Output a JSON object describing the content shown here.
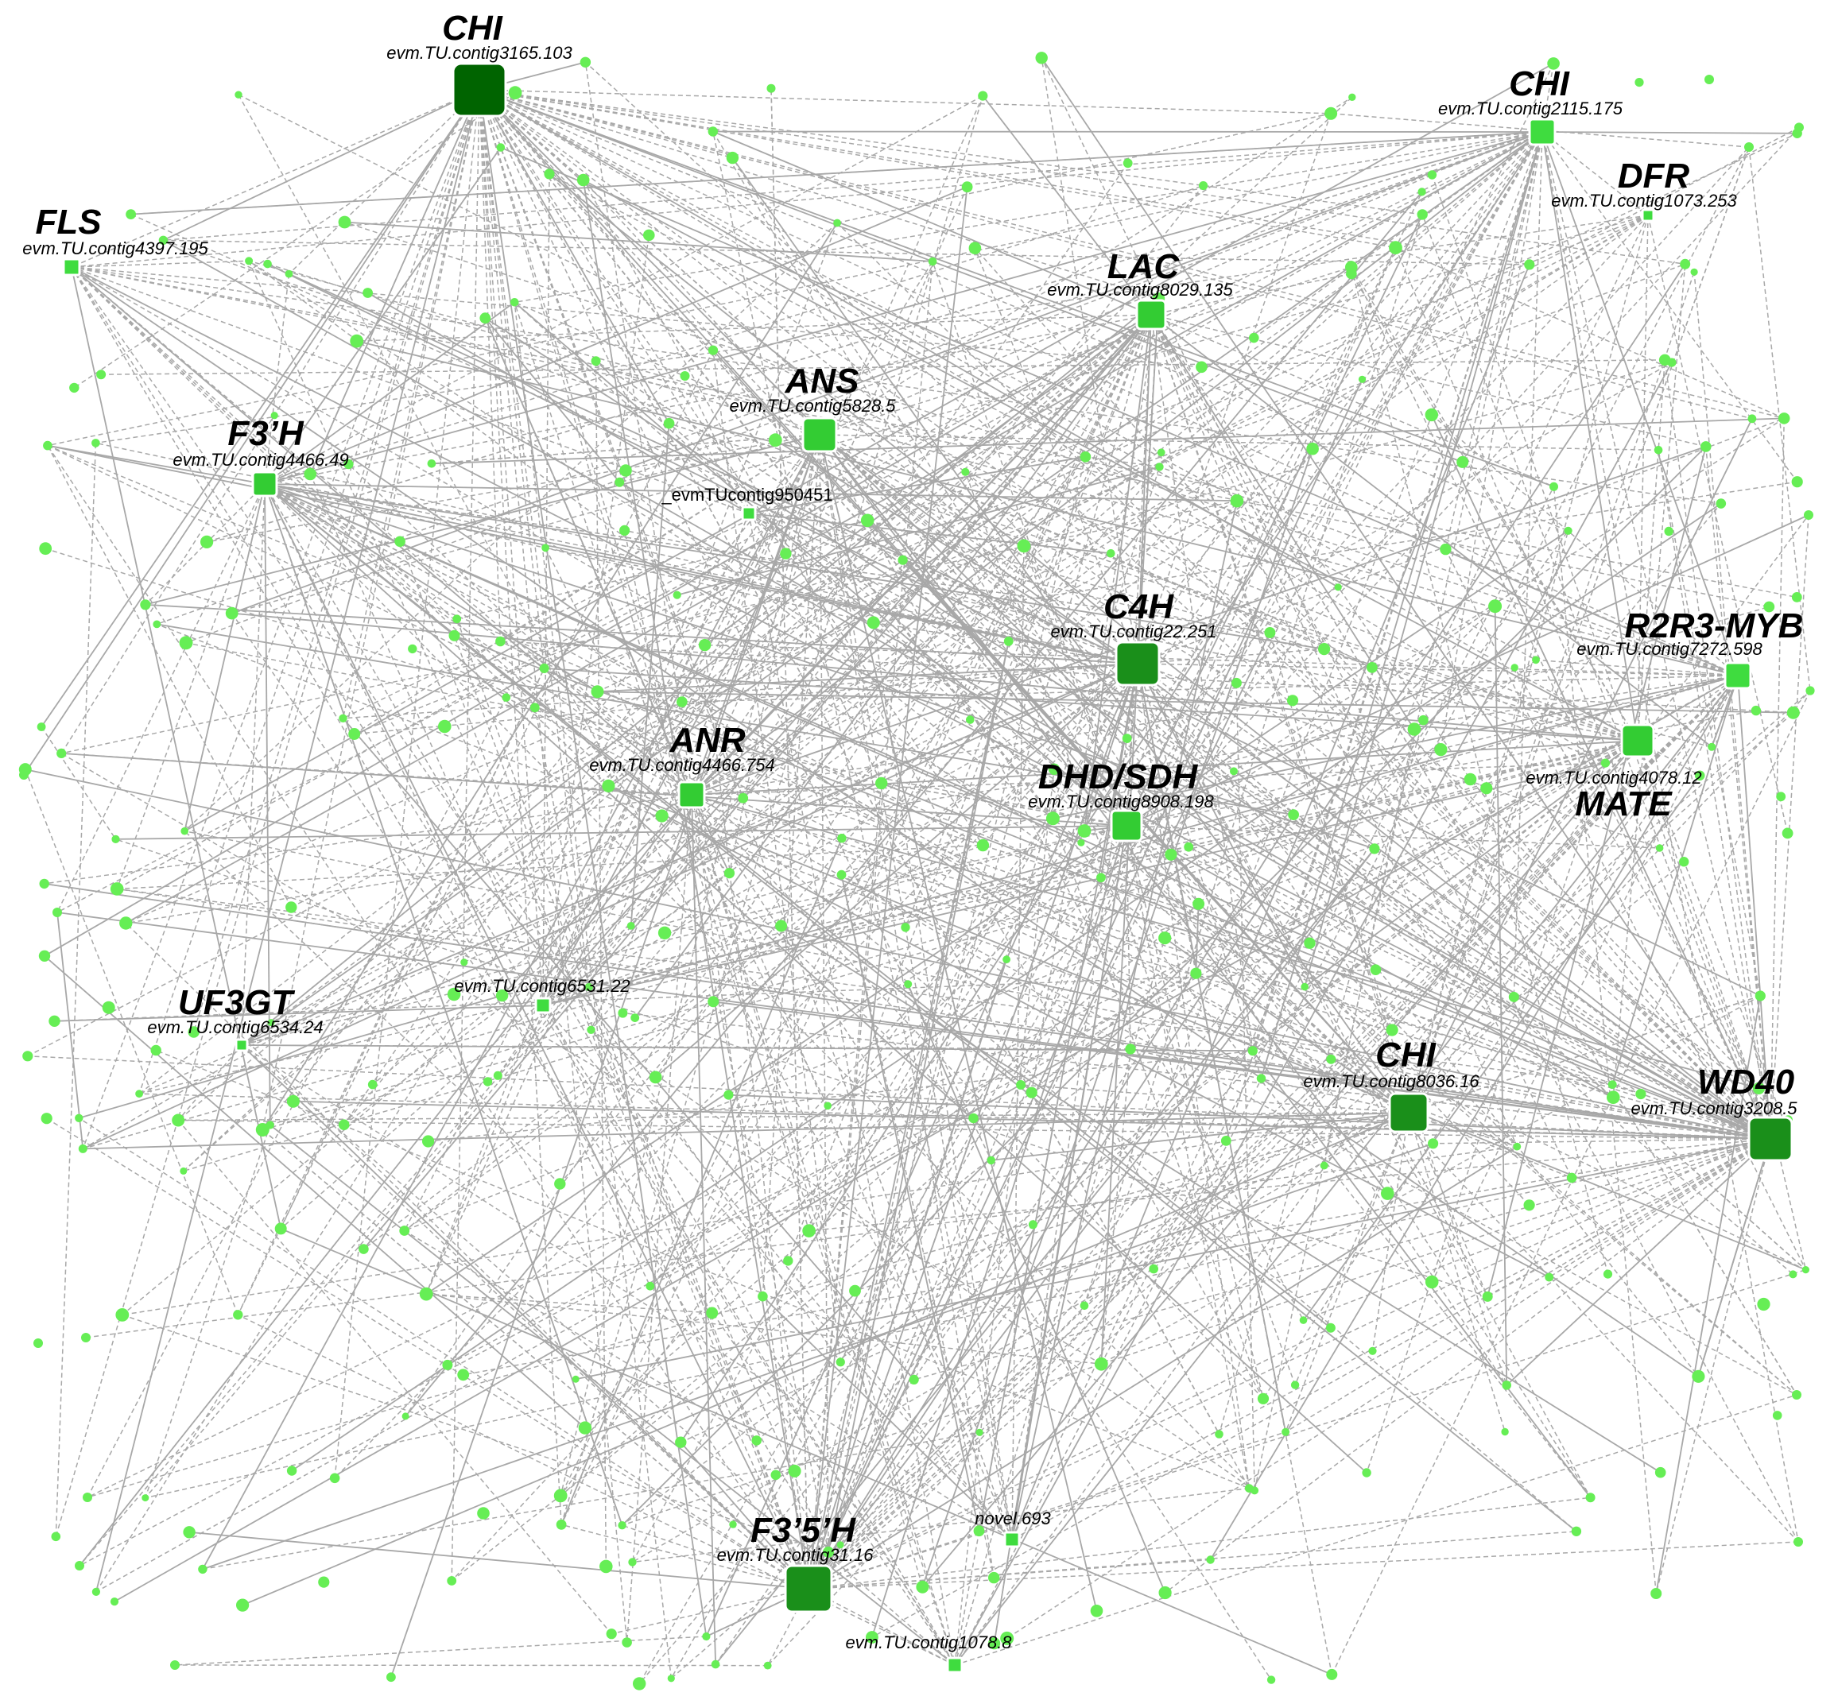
{
  "colors": {
    "edge": "#a8a8a8",
    "small_node": "#66ee55",
    "hub_dark": "#006400",
    "hub_mid": "#1a8f1a",
    "hub_light": "#33cc33",
    "hub_lighter": "#3fdc3f"
  },
  "hubs": [
    {
      "gene": "CHI",
      "id": "evm.TU.contig3165.103",
      "shade": "dark"
    },
    {
      "gene": "CHI",
      "id": "evm.TU.contig2115.175",
      "shade": "lighter"
    },
    {
      "gene": "DFR",
      "id": "evm.TU.contig1073.253",
      "shade": "lighter"
    },
    {
      "gene": "FLS",
      "id": "evm.TU.contig4397.195",
      "shade": "lighter"
    },
    {
      "gene": "LAC",
      "id": "evm.TU.contig8029.135",
      "shade": "light"
    },
    {
      "gene": "ANS",
      "id": "evm.TU.contig5828.5",
      "shade": "light"
    },
    {
      "gene": "F3’H",
      "id": "evm.TU.contig4466.49",
      "shade": "light"
    },
    {
      "gene": "",
      "id": "_evmTUcontig950451",
      "shade": "lighter"
    },
    {
      "gene": "C4H",
      "id": "evm.TU.contig22.251",
      "shade": "mid"
    },
    {
      "gene": "R2R3-MYB",
      "id": "evm.TU.contig7272.598",
      "shade": "lighter"
    },
    {
      "gene": "MATE",
      "id": "evm.TU.contig4078.12",
      "shade": "light"
    },
    {
      "gene": "ANR",
      "id": "evm.TU.contig4466.754",
      "shade": "light"
    },
    {
      "gene": "DHD/SDH",
      "id": "evm.TU.contig8908.198",
      "shade": "light"
    },
    {
      "gene": "UF3GT",
      "id": "evm.TU.contig6534.24",
      "shade": "lighter"
    },
    {
      "gene": "",
      "id": "evm.TU.contig6531.22",
      "shade": "lighter"
    },
    {
      "gene": "CHI",
      "id": "evm.TU.contig8036.16",
      "shade": "mid"
    },
    {
      "gene": "WD40",
      "id": "evm.TU.contig3208.5",
      "shade": "mid"
    },
    {
      "gene": "F3’5’H",
      "id": "evm.TU.contig31.16",
      "shade": "mid"
    },
    {
      "gene": "",
      "id": "novel.693",
      "shade": "lighter"
    },
    {
      "gene": "",
      "id": "evm.TU.contig1078.8",
      "shade": "lighter"
    }
  ]
}
